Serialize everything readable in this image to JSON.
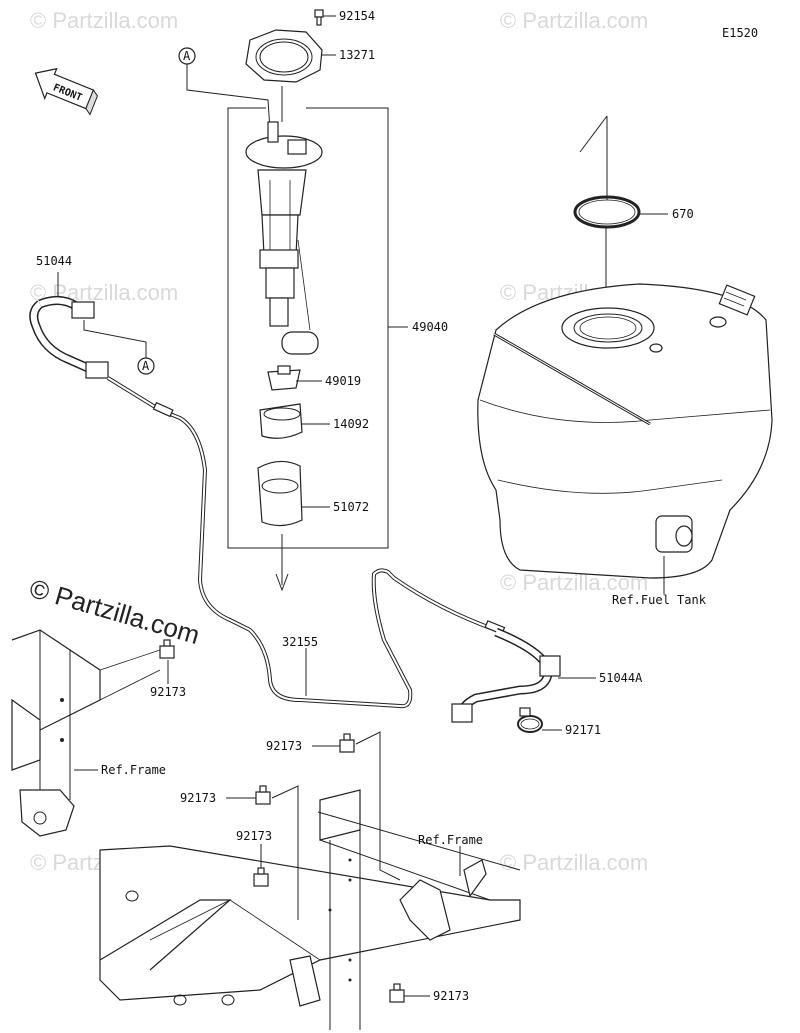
{
  "diagram_code": "E1520",
  "front_label": "FRONT",
  "copyright_text": "© Partzilla.com",
  "watermark_text": "© Partzilla.com",
  "callout_letter": "A",
  "parts": {
    "p92154": "92154",
    "p13271": "13271",
    "p670": "670",
    "p49040": "49040",
    "p49019": "49019",
    "p14092": "14092",
    "p51072": "51072",
    "p51044": "51044",
    "p32155": "32155",
    "p51044A": "51044A",
    "p92171": "92171",
    "p92173": "92173"
  },
  "refs": {
    "fuel_tank": "Ref.Fuel Tank",
    "frame": "Ref.Frame"
  }
}
